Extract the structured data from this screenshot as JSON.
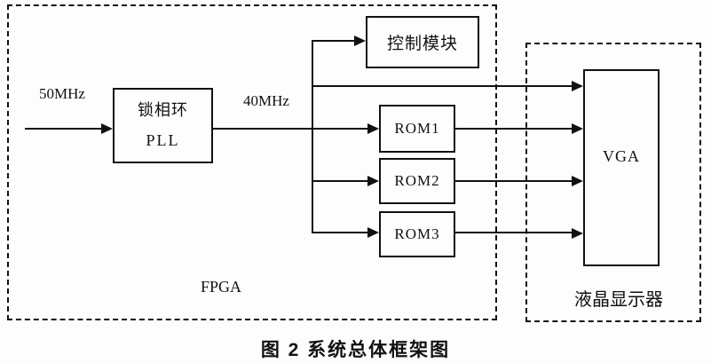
{
  "figure": {
    "caption": "图 2  系统总体框架图",
    "colors": {
      "line": "#111111",
      "background": "#fdfdfd"
    },
    "fpga_region": {
      "label": "FPGA"
    },
    "lcd_region": {
      "label": "液晶显示器"
    },
    "blocks": {
      "pll": {
        "line1": "锁相环",
        "line2": "PLL"
      },
      "control": {
        "label": "控制模块"
      },
      "rom1": {
        "label": "ROM1"
      },
      "rom2": {
        "label": "ROM2"
      },
      "rom3": {
        "label": "ROM3"
      },
      "vga": {
        "label": "VGA"
      }
    },
    "signals": {
      "input_clock": "50MHz",
      "pll_output_clock": "40MHz"
    }
  }
}
